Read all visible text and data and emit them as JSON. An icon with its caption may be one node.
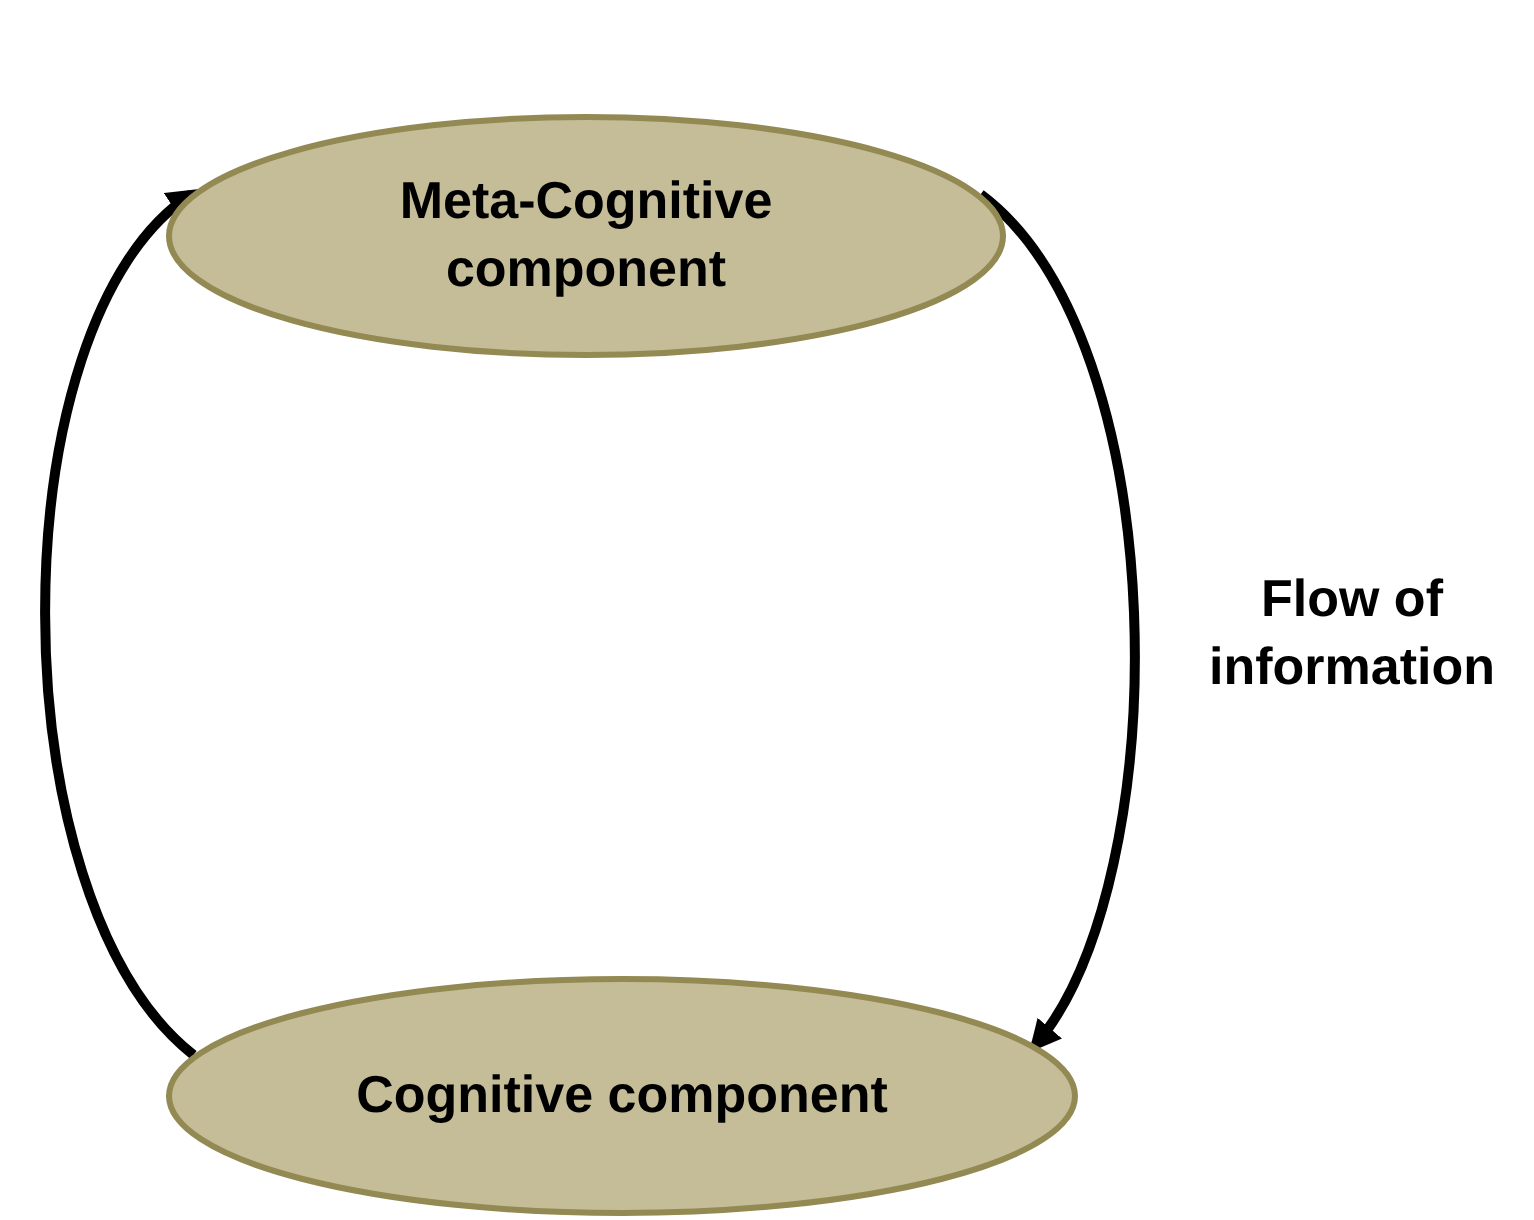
{
  "diagram": {
    "nodes": [
      {
        "text": [
          "Meta-Cognitive component"
        ]
      },
      {
        "text": [
          "Cognitive component"
        ]
      }
    ],
    "edges": [
      {
        "from": 0,
        "to": 1,
        "arrow": "to",
        "label": "Flow of information"
      },
      {
        "from": 1,
        "to": 0,
        "arrow": "to"
      }
    ]
  }
}
